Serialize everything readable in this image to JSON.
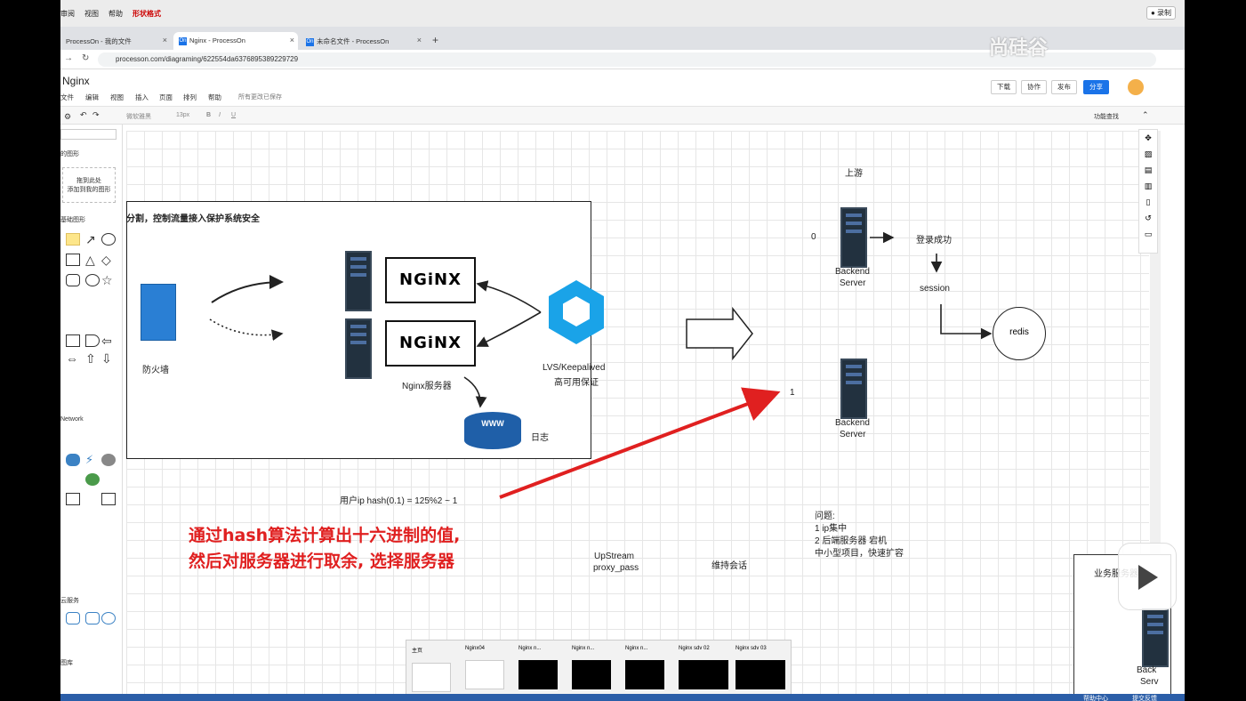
{
  "topbar": {
    "menus": [
      "审阅",
      "视图",
      "帮助",
      "形状格式"
    ],
    "record": "录制"
  },
  "tabs": [
    {
      "label": "ProcessOn - 我的文件"
    },
    {
      "label": "Nginx - ProcessOn"
    },
    {
      "label": "未命名文件 - ProcessOn"
    }
  ],
  "tab_icon": "On",
  "new_tab": "+",
  "address": {
    "url": "processon.com/diagraming/622554da6376895389229729"
  },
  "doc": {
    "title": "Nginx",
    "menus": [
      "文件",
      "编辑",
      "视图",
      "插入",
      "页面",
      "排列",
      "帮助"
    ],
    "saved": "所有更改已保存",
    "buttons": {
      "download": "下载",
      "collab": "协作",
      "publish": "发布",
      "share": "分享"
    }
  },
  "toolbar": {
    "font": "微软雅黑",
    "size": "13px",
    "search": "功能查找"
  },
  "sidebar": {
    "my_shapes": "的图形",
    "drop_text_1": "拖到此处",
    "drop_text_2": "添加到我的图形",
    "basic": "基础图形",
    "network": "Network",
    "cloud": "云服务",
    "tools": "图库"
  },
  "diagram": {
    "box_title": "分割，控制流量接入保护系统安全",
    "firewall": "防火墙",
    "nginx1": "NGiNX",
    "nginx2": "NGiNX",
    "nginx_servers": "Nginx服务器",
    "lvs_1": "LVS/Keepalived",
    "lvs_2": "高可用保证",
    "www": "WWW",
    "log": "日志",
    "upstream_label": "上游",
    "zero": "0",
    "one": "1",
    "backend1_a": "Backend",
    "backend1_b": "Server",
    "backend2_a": "Backend",
    "backend2_b": "Server",
    "login": "登录成功",
    "session": "session",
    "redis": "redis",
    "hash": "用户ip  hash(0.1) = 125%2 ~ 1",
    "red_1": "通过hash算法计算出十六进制的值,",
    "red_2": "然后对服务器进行取余, 选择服务器",
    "upstream": "UpStream",
    "proxy_pass": "proxy_pass",
    "keep_session": "维持会话",
    "q_title": "问题:",
    "q1": "1 ip集中",
    "q2": "2 后端服务器 宕机",
    "q3": "中小型项目，快速扩容",
    "biz_server": "业务服务器",
    "back_partial_1": "Back",
    "back_partial_2": "Serv"
  },
  "watermark": "尚硅谷",
  "thumbs": [
    {
      "label": "主页"
    },
    {
      "label": "Nginx04"
    },
    {
      "label": "Nginx n..."
    },
    {
      "label": "Nginx n..."
    },
    {
      "label": "Nginx n..."
    },
    {
      "label": "Nginx sdv 02"
    },
    {
      "label": "Nginx sdv 03"
    }
  ],
  "bottom": {
    "help": "帮助中心",
    "submit": "提交反馈"
  }
}
